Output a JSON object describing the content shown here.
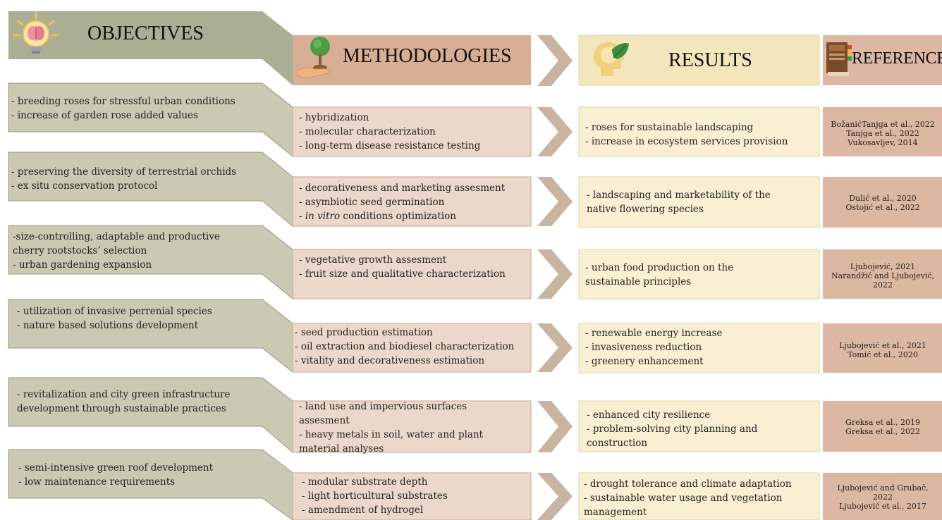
{
  "colors": {
    "objective_fill": "#c9c9b4",
    "objective_border": "#9a9a7c",
    "objective_header": "#8e9470",
    "method_fill": "#ecd8cb",
    "method_border": "#c9a48e",
    "method_header": "#d8ae95",
    "arrow": "#c9b4a2",
    "result_fill": "#f9efd2",
    "result_border": "#e3d2a5",
    "result_header": "#f4e6bc",
    "reference_fill": "#dcb8a2"
  },
  "headers": {
    "objectives": {
      "label": "OBJECTIVES",
      "icon": "lightbulb-brain-icon"
    },
    "methodologies": {
      "label": "METHODOLOGIES",
      "icon": "tree-in-hand-icon"
    },
    "results": {
      "label": "RESULTS",
      "icon": "head-with-leaf-icon"
    },
    "reference": {
      "label": "REFERENCE",
      "icon": "books-icon"
    }
  },
  "rows": [
    {
      "objective": "- breeding roses for stressful urban conditions\n- increase of garden rose added values",
      "methodology": "- hybridization\n- molecular characterization\n- long-term disease resistance testing",
      "result": "- roses for sustainable landscaping\n- increase in ecosystem services provision",
      "reference": "BožanićTanjga et al., 2022\nTanjga et al., 2022\nVukosavljev, 2014"
    },
    {
      "objective": "- preserving the diversity of terrestrial orchids\n- ex situ conservation protocol",
      "methodology_lines": [
        "- decorativeness and marketing assesment",
        "- asymbiotic seed germination"
      ],
      "methodology_italic": "in vitro",
      "methodology_tail": " conditions optimization",
      "result": "- landscaping and marketability of the\nnative flowering species",
      "reference": "Dulić et al., 2020\nOstojić et al., 2022"
    },
    {
      "objective": "-size-controlling, adaptable and productive\ncherry rootstocks’ selection\n- urban gardening expansion",
      "methodology": "- vegetative growth assesment\n- fruit size and qualitative characterization",
      "result": "- urban food production on the\nsustainable principles",
      "reference": "Ljubojević, 2021\nNarandžić and Ljubojević,\n2022"
    },
    {
      "objective": "- utilization of invasive perrenial species\n- nature based solutions development",
      "methodology": "- seed production estimation\n- oil extraction and biodiesel characterization\n- vitality and decorativeness estimation",
      "result": "- renewable energy increase\n- invasiveness reduction\n- greenery  enhancement",
      "reference": "Ljubojević et al., 2021\nTomić et al., 2020"
    },
    {
      "objective": "- revitalization and city green infrastructure\ndevelopment through sustainable practices",
      "methodology": "- land use and impervious surfaces\nassesment\n- heavy metals in soil, water and plant\nmaterial analyses",
      "result": "- enhanced city resilience\n- problem-solving city planning and\nconstruction",
      "reference": "Greksa et al., 2019\nGreksa et al., 2022"
    },
    {
      "objective": "- semi-intensive green roof development\n- low maintenance requirements",
      "methodology": "- modular substrate depth\n- light horticultural substrates\n- amendment of hydrogel",
      "result": "- drought tolerance and climate adaptation\n- sustainable water usage and vegetation\nmanagement",
      "reference": "Ljubojević and Grubač,\n2022\nLjubojević et al., 2017"
    }
  ]
}
